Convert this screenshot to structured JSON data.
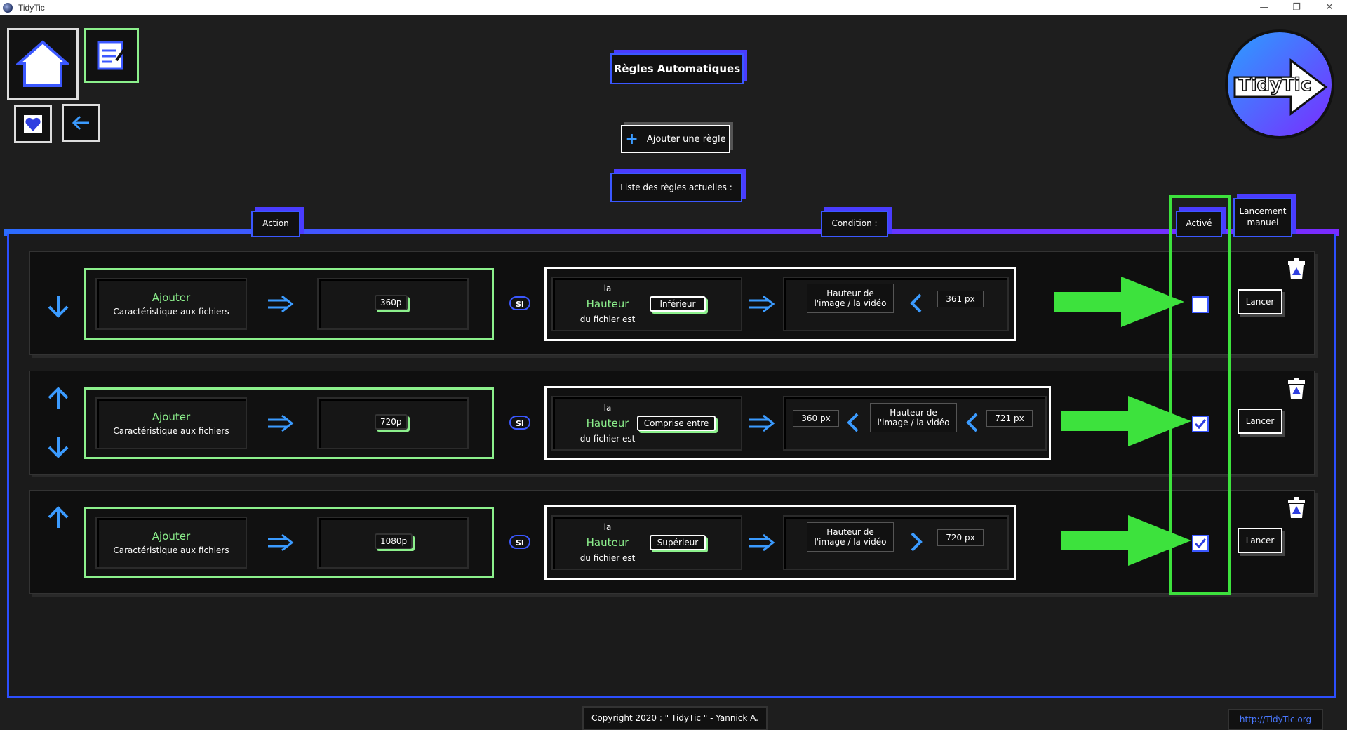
{
  "window": {
    "title": "TidyTic",
    "minimize": "—",
    "restore": "❐",
    "close": "✕"
  },
  "header": {
    "title": "Règles Automatiques",
    "add_rule": "Ajouter une règle",
    "list_label": "Liste des règles actuelles :"
  },
  "columns": {
    "action": "Action",
    "condition": "Condition :",
    "active": "Activé",
    "manual_l1": "Lancement",
    "manual_l2": "manuel"
  },
  "logo": {
    "text": "TidyTic"
  },
  "rules": [
    {
      "verb": "Ajouter",
      "target": "Caractéristique aux fichiers",
      "value": "360p",
      "si": "SI",
      "cond_l1": "la",
      "cond_l2": "Hauteur",
      "cond_l3": "du fichier est",
      "operator": "Inférieur",
      "subject_l1": "Hauteur de",
      "subject_l2": "l'image / la vidéo",
      "limit": "361 px",
      "active": false,
      "launch": "Lancer"
    },
    {
      "verb": "Ajouter",
      "target": "Caractéristique aux fichiers",
      "value": "720p",
      "si": "SI",
      "cond_l1": "la",
      "cond_l2": "Hauteur",
      "cond_l3": "du fichier est",
      "operator": "Comprise entre",
      "low": "360 px",
      "subject_l1": "Hauteur de",
      "subject_l2": "l'image / la vidéo",
      "high": "721 px",
      "active": true,
      "launch": "Lancer"
    },
    {
      "verb": "Ajouter",
      "target": "Caractéristique aux fichiers",
      "value": "1080p",
      "si": "SI",
      "cond_l1": "la",
      "cond_l2": "Hauteur",
      "cond_l3": "du fichier est",
      "operator": "Supérieur",
      "subject_l1": "Hauteur de",
      "subject_l2": "l'image / la vidéo",
      "limit": "720 px",
      "active": true,
      "launch": "Lancer"
    }
  ],
  "footer": {
    "copyright": "Copyright 2020 : \" TidyTic \" - Yannick A.",
    "link": "http://TidyTic.org"
  },
  "colors": {
    "accent_blue": "#3b58ff",
    "accent_green": "#8cf08c",
    "highlight": "#3de23d"
  }
}
